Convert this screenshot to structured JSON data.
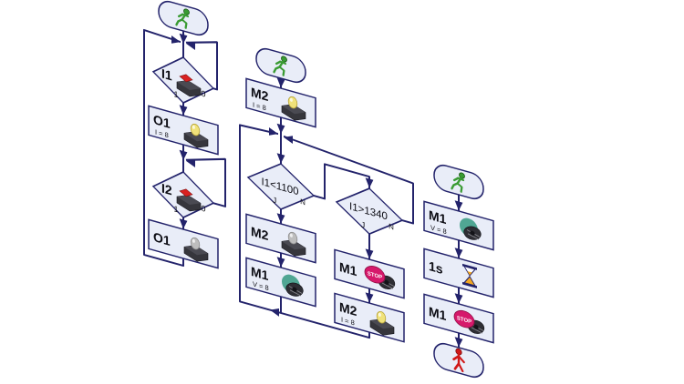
{
  "figure": {
    "background": "#ffffff"
  },
  "colors": {
    "line": "#23236b",
    "shape_fill": "#e9edf8",
    "text": "#0d0d14",
    "start_green": "#3a9b33",
    "start_green_dark": "#14510f",
    "end_red": "#d01818",
    "lamp_on": "#f0e27a",
    "lamp_off": "#bdbdbd",
    "device_dark": "#36363c",
    "device_top": "#4a4a52",
    "motor_teal": "#48a28d",
    "stop_pink": "#d6196b",
    "sand": "#f2a61f",
    "button_red": "#d92121"
  },
  "flowcharts": [
    {
      "id": "wait-button-lamp",
      "nodes": [
        {
          "type": "start"
        },
        {
          "type": "decision",
          "label": "I1",
          "icon": "pushbutton",
          "exit_right": "0",
          "exit_bottom": "1"
        },
        {
          "type": "process",
          "label": "O1",
          "sub": "I = 8",
          "icon": "lamp-on"
        },
        {
          "type": "decision",
          "label": "I2",
          "icon": "pushbutton",
          "exit_right": "0",
          "exit_bottom": "1"
        },
        {
          "type": "process",
          "label": "O1",
          "sub": "",
          "icon": "lamp-off"
        }
      ]
    },
    {
      "id": "threshold-control",
      "nodes": [
        {
          "type": "start"
        },
        {
          "type": "process",
          "label": "M2",
          "sub": "I = 8",
          "icon": "lamp-on"
        },
        {
          "type": "decision",
          "label": "I1<1100",
          "exit_right": "N",
          "exit_bottom": "J"
        },
        {
          "type": "process",
          "label": "M2",
          "sub": "",
          "icon": "lamp-off"
        },
        {
          "type": "process",
          "label": "M1",
          "sub": "V = 8",
          "icon": "motor-on"
        },
        {
          "type": "decision",
          "label": "I1>1340",
          "exit_right": "N",
          "exit_bottom": "J"
        },
        {
          "type": "process",
          "label": "M1",
          "sub": "",
          "icon": "motor-stop",
          "stop_label": "STOP"
        },
        {
          "type": "process",
          "label": "M2",
          "sub": "I = 8",
          "icon": "lamp-on"
        }
      ]
    },
    {
      "id": "run-wait-stop",
      "nodes": [
        {
          "type": "start"
        },
        {
          "type": "process",
          "label": "M1",
          "sub": "V = 8",
          "icon": "motor-on"
        },
        {
          "type": "process",
          "label": "1s",
          "sub": "",
          "icon": "hourglass"
        },
        {
          "type": "process",
          "label": "M1",
          "sub": "",
          "icon": "motor-stop",
          "stop_label": "STOP"
        },
        {
          "type": "end"
        }
      ]
    }
  ]
}
